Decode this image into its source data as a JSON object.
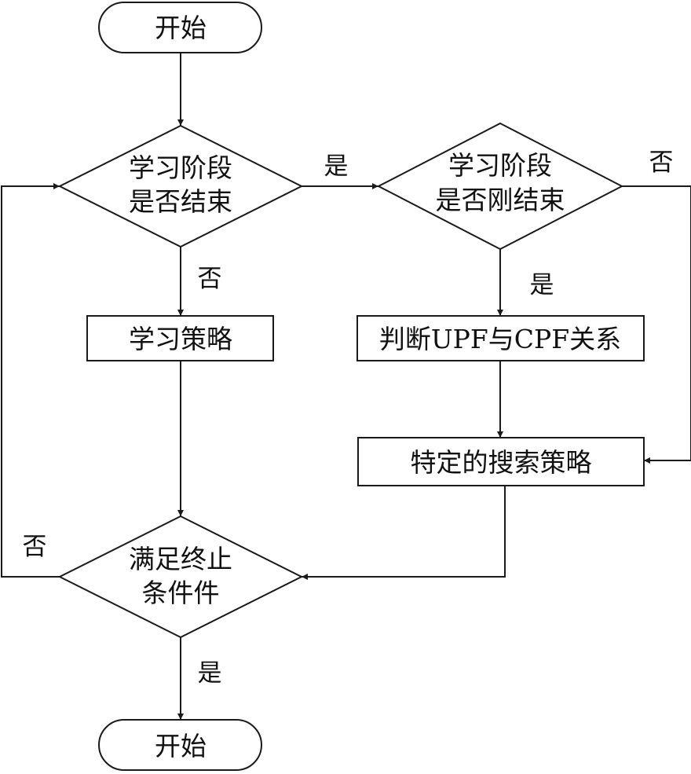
{
  "nodes": {
    "start": {
      "label": "开始"
    },
    "learning_done": {
      "line1": "学习阶段",
      "line2": "是否结束"
    },
    "learning_just_done": {
      "line1": "学习阶段",
      "line2": "是否刚结束"
    },
    "learning_strategy": {
      "label": "学习策略"
    },
    "judge_relation": {
      "label": "判断UPF与CPF关系"
    },
    "specific_search": {
      "label": "特定的搜索策略"
    },
    "termination_check": {
      "line1": "满足终止",
      "line2": "条件件"
    },
    "end": {
      "label": "开始"
    }
  },
  "edge_labels": {
    "done_yes": "是",
    "done_no": "否",
    "just_done_yes": "是",
    "just_done_no": "否",
    "terminate_no": "否",
    "terminate_yes": "是"
  },
  "colors": {
    "stroke": "#1a1a1a",
    "text": "#111111",
    "background": "#ffffff"
  }
}
